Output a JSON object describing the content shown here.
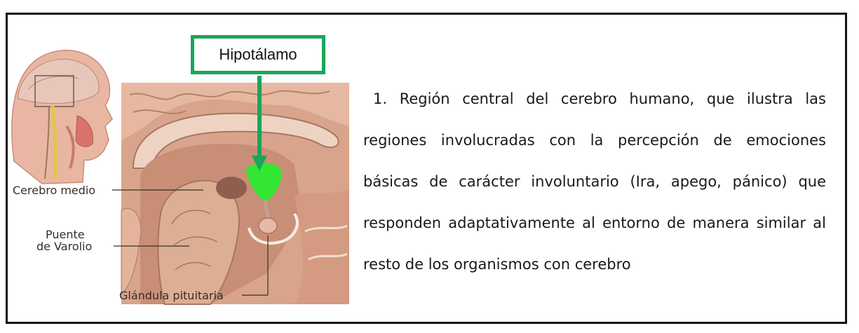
{
  "figure": {
    "callout": "Hipotálamo",
    "labels": {
      "midbrain": "Cerebro medio",
      "pons_line1": "Puente",
      "pons_line2": "de Varolio",
      "pituitary": "Glándula pituitaria"
    },
    "highlight_color": "#33e633",
    "callout_border_color": "#1aa55a"
  },
  "caption": {
    "number": "1.",
    "text": "Región central del cerebro humano, que ilustra las regiones involucradas con la percepción de emociones básicas de carácter involuntario (Ira, apego, pánico) que responden adaptativamente al entorno de manera similar al resto de los organismos con cerebro"
  }
}
